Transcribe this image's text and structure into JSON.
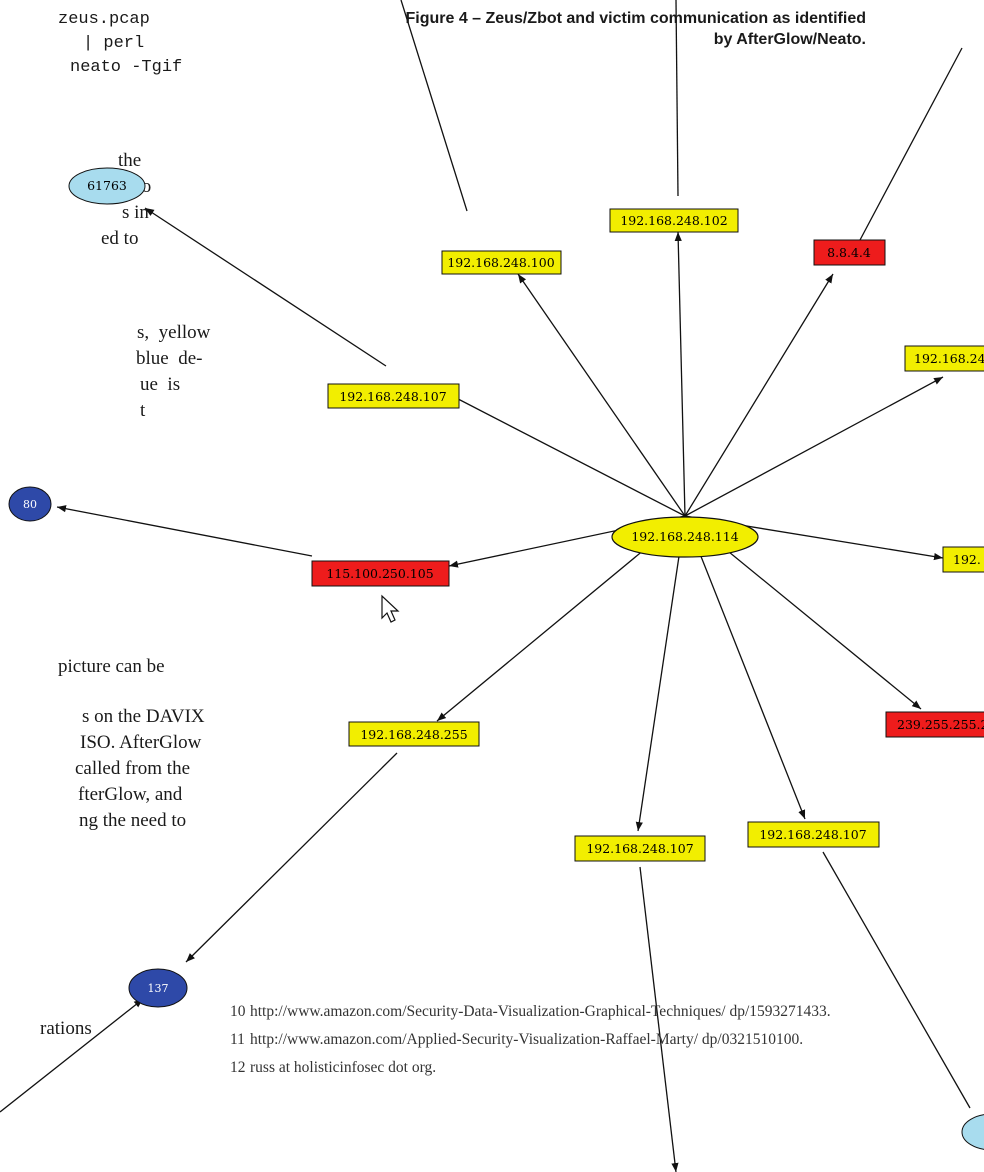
{
  "figure": {
    "caption_line1": "Figure 4 – Zeus/Zbot and victim communication as identified",
    "caption_line2": "by AfterGlow/Neato."
  },
  "code_fragment": {
    "line1": "zeus.pcap",
    "line2": "| perl",
    "line3": "neato -Tgif"
  },
  "body_fragments": [
    "the",
    "w to",
    "s in",
    "ed to",
    "s,  yellow",
    "blue  de-",
    "ue  is",
    "t",
    "picture can be",
    "s on the DAVIX",
    "ISO. AfterGlow",
    "called from the",
    "fterGlow, and",
    "ng the need to",
    "rations"
  ],
  "graph": {
    "colors": {
      "ip": "#f2ee00",
      "red": "#ee1c1c",
      "light_port": "#a8dcee",
      "dark_port": "#2e49a8",
      "edge": "#111111"
    },
    "center_label": "192.168.248.114",
    "nodes": [
      "192.168.248.100",
      "192.168.248.102",
      "8.8.4.4",
      "192.168.248.107",
      "192.168.24",
      "115.100.250.105",
      "192.",
      "239.255.255.2",
      "192.168.248.255",
      "192.168.248.107",
      "192.168.248.107",
      "61763",
      "80",
      "137"
    ]
  },
  "footnotes": [
    {
      "num": "10",
      "text": "http://www.amazon.com/Security-Data-Visualization-Graphical-Techniques/ dp/1593271433."
    },
    {
      "num": "11",
      "text": "http://www.amazon.com/Applied-Security-Visualization-Raffael-Marty/ dp/0321510100."
    },
    {
      "num": "12",
      "text": "russ at holisticinfosec dot org."
    }
  ]
}
